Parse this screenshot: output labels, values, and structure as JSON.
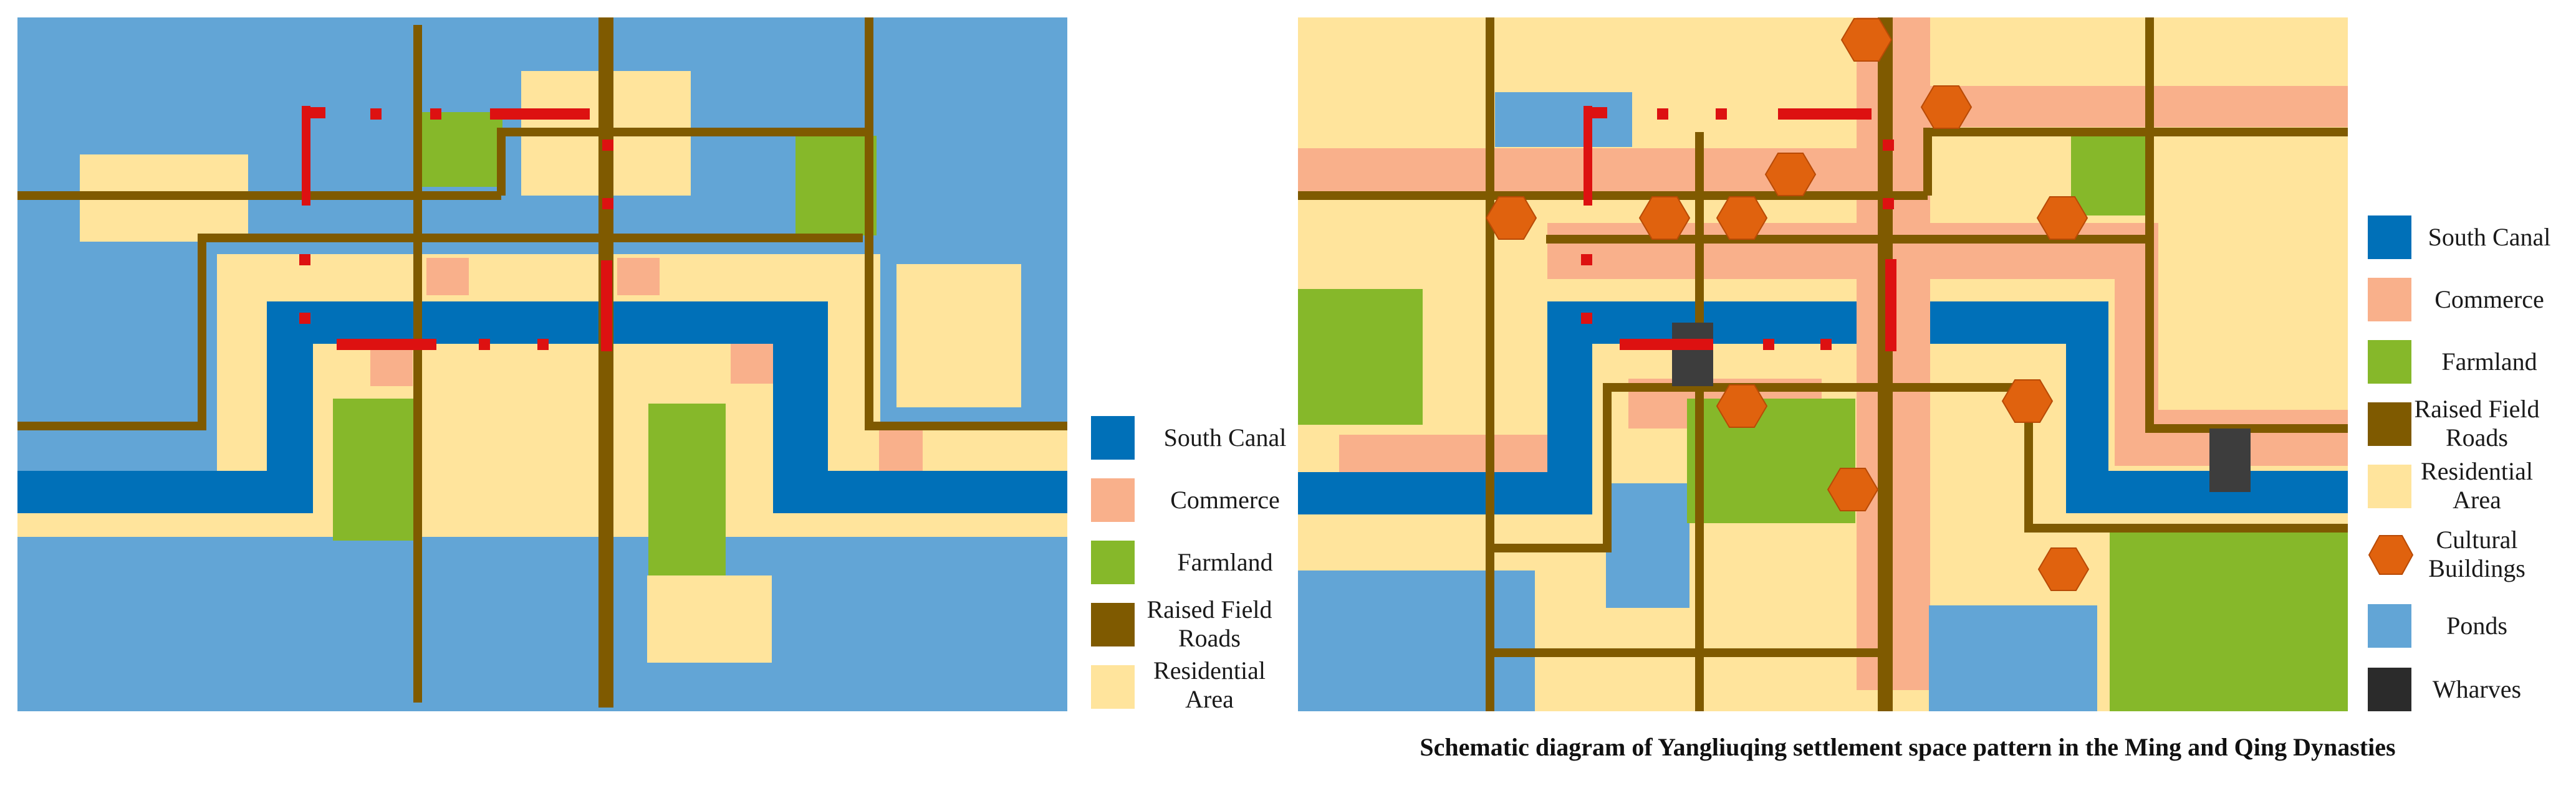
{
  "legend_left": [
    {
      "key": "canal",
      "label": "South Canal",
      "color": "#0070b8"
    },
    {
      "key": "commerce",
      "label": "Commerce",
      "color": "#f9b08b"
    },
    {
      "key": "farmland",
      "label": "Farmland",
      "color": "#86b82a"
    },
    {
      "key": "roads",
      "label": "Raised Field Roads",
      "color": "#7f5a00"
    },
    {
      "key": "residential",
      "label": "Residential Area",
      "color": "#ffe49c"
    }
  ],
  "legend_right": [
    {
      "key": "canal",
      "label": "South Canal",
      "color": "#0070b8"
    },
    {
      "key": "commerce",
      "label": "Commerce",
      "color": "#f9b08b"
    },
    {
      "key": "farmland",
      "label": "Farmland",
      "color": "#86b82a"
    },
    {
      "key": "roads",
      "label": "Raised Field Roads",
      "color": "#7f5a00"
    },
    {
      "key": "residential",
      "label": "Residential Area",
      "color": "#ffe49c"
    },
    {
      "key": "cultural",
      "label": "Cultural Buildings",
      "color": "#e0620e"
    },
    {
      "key": "ponds",
      "label": "Ponds",
      "color": "#62a5d6"
    },
    {
      "key": "wharves",
      "label": "Wharves",
      "color": "#2b2b2b"
    }
  ],
  "colors": {
    "pond_bg": "#62a5d6",
    "canal": "#0070b8",
    "commerce": "#f9b08b",
    "farmland": "#86b82a",
    "road": "#7f5a00",
    "residential": "#ffe49c",
    "cultural": "#e0620e",
    "wharf": "#3d3d3d",
    "red_marker": "#dd1111"
  },
  "caption": "Schematic diagram of Yangliuqing settlement space pattern in the Ming and Qing Dynasties"
}
